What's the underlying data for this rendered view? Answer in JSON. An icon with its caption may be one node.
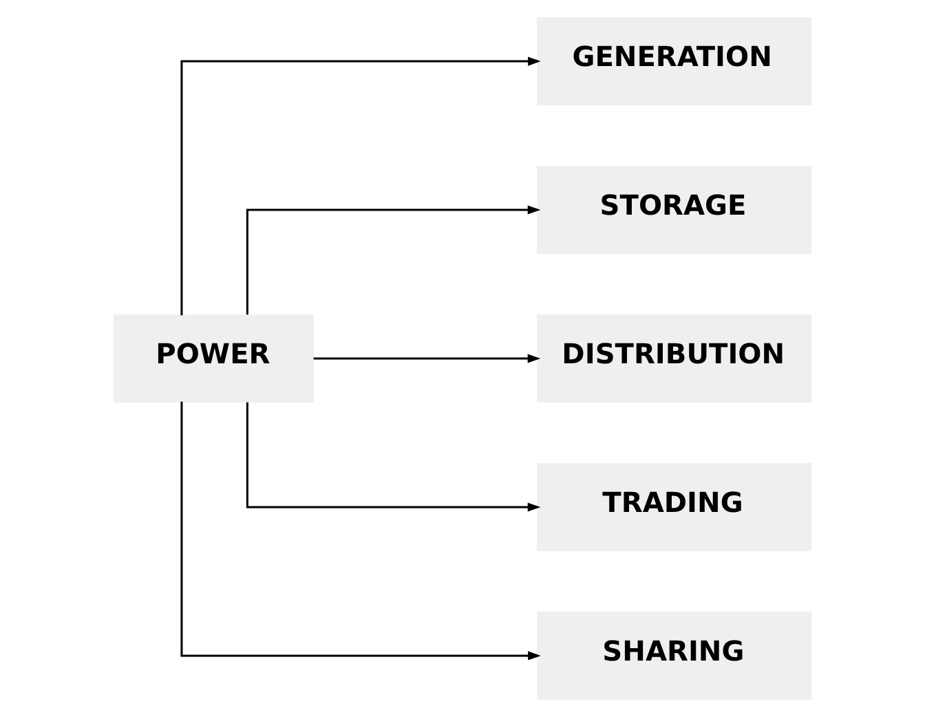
{
  "diagram": {
    "nodes": [
      {
        "text": [
          "POWER"
        ]
      },
      {
        "text": [
          "GENERATION"
        ]
      },
      {
        "text": [
          "STORAGE"
        ]
      },
      {
        "text": [
          "DISTRIBUTION"
        ]
      },
      {
        "text": [
          "TRADING"
        ]
      },
      {
        "text": [
          "SHARING"
        ]
      }
    ],
    "edges": [
      {
        "from": 0,
        "to": 1,
        "arrow": "to"
      },
      {
        "from": 0,
        "to": 2,
        "arrow": "to"
      },
      {
        "from": 0,
        "to": 3,
        "arrow": "to"
      },
      {
        "from": 0,
        "to": 4,
        "arrow": "to"
      },
      {
        "from": 0,
        "to": 5,
        "arrow": "to"
      }
    ]
  }
}
